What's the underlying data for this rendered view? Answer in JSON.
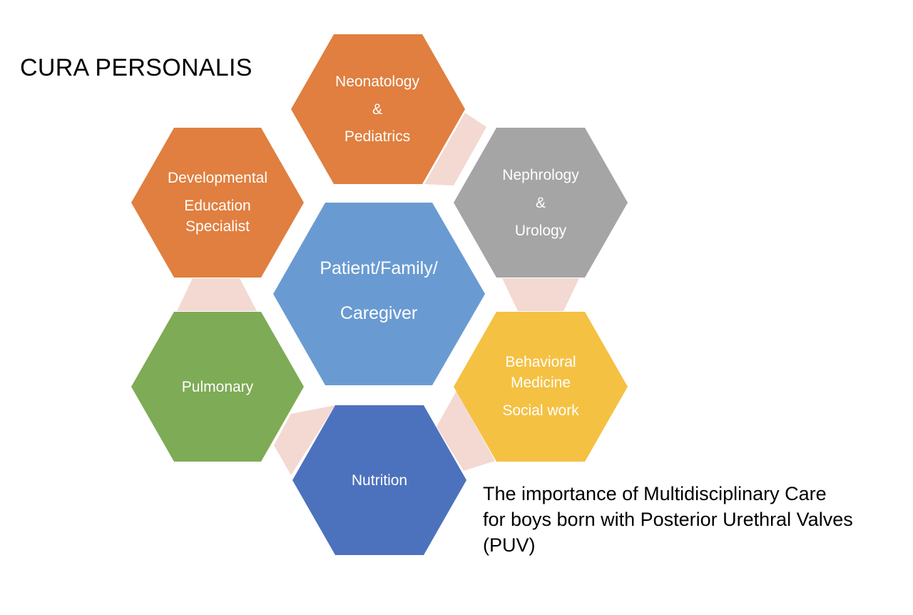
{
  "title": "CURA PERSONALIS",
  "caption": [
    "The importance of Multidisciplinary Care",
    "for boys born with Posterior Urethral Valves",
    "(PUV)"
  ],
  "colors": {
    "connector": "#f3d9d1",
    "orange": "#e07f3f",
    "gray": "#a5a5a5",
    "blue_center": "#699bd2",
    "green": "#7eab55",
    "yellow": "#f4c143",
    "dark_blue": "#4d72bd"
  },
  "hexagons": {
    "neonatology": {
      "lines": [
        "Neonatology",
        "&",
        "Pediatrics"
      ],
      "color": "#e07f3f"
    },
    "nephrology": {
      "lines": [
        "Nephrology",
        "&",
        "Urology"
      ],
      "color": "#a5a5a5"
    },
    "developmental": {
      "lines": [
        "Developmental",
        "Education",
        "Specialist"
      ],
      "color": "#e07f3f"
    },
    "patient": {
      "lines": [
        "Patient/Family/",
        "Caregiver"
      ],
      "color": "#699bd2"
    },
    "pulmonary": {
      "lines": [
        "Pulmonary"
      ],
      "color": "#7eab55"
    },
    "behavioral": {
      "lines": [
        "Behavioral",
        "Medicine",
        "Social work"
      ],
      "color": "#f4c143"
    },
    "nutrition": {
      "lines": [
        "Nutrition"
      ],
      "color": "#4d72bd"
    }
  }
}
